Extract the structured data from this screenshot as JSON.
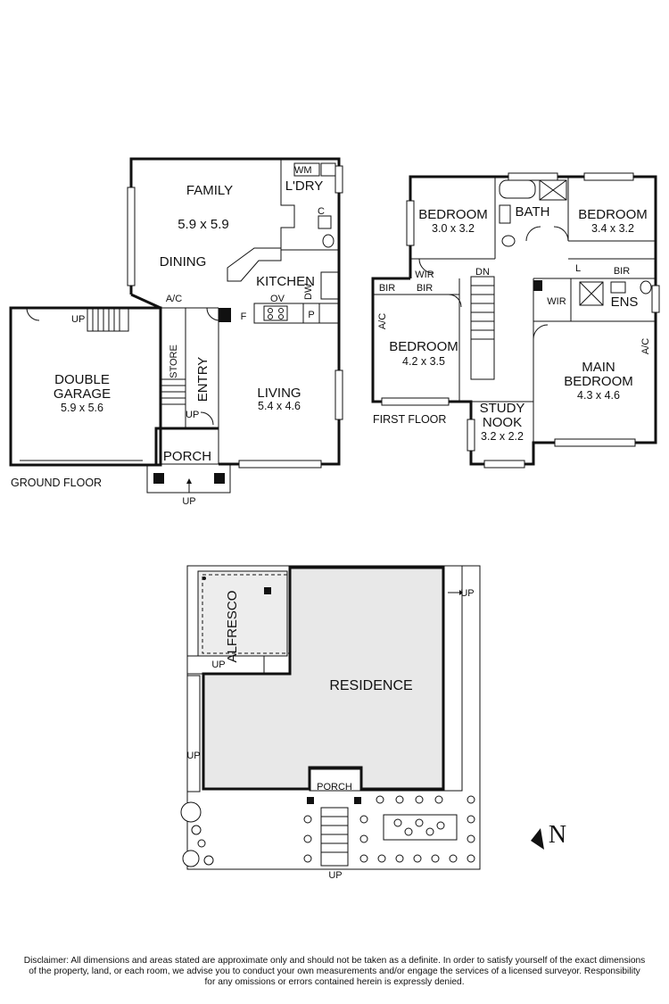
{
  "ground_floor": {
    "caption": "GROUND FLOOR",
    "rooms": {
      "family": "FAMILY",
      "family_dim": "5.9 x 5.9",
      "dining": "DINING",
      "kitchen": "KITCHEN",
      "wm": "WM",
      "ldry": "L'DRY",
      "c": "C",
      "dw": "DW",
      "ov": "OV",
      "f": "F",
      "p": "P",
      "ac": "A/C",
      "store": "STORE",
      "entry": "ENTRY",
      "living": "LIVING",
      "living_dim": "5.4 x 4.6",
      "garage_line1": "DOUBLE",
      "garage_line2": "GARAGE",
      "garage_dim": "5.9 x 5.6",
      "porch": "PORCH",
      "up_garage": "UP",
      "up_entry": "UP",
      "up_porch": "UP"
    }
  },
  "first_floor": {
    "caption": "FIRST FLOOR",
    "rooms": {
      "bed1": "BEDROOM",
      "bed1_dim": "3.0 x 3.2",
      "bath": "BATH",
      "bed2": "BEDROOM",
      "bed2_dim": "3.4 x 3.2",
      "wir1": "WIR",
      "bir1": "BIR",
      "bir2": "BIR",
      "dn": "DN",
      "l": "L",
      "bir3": "BIR",
      "wir2": "WIR",
      "ens": "ENS",
      "ac1": "A/C",
      "bed3": "BEDROOM",
      "bed3_dim": "4.2 x 3.5",
      "main_line1": "MAIN",
      "main_line2": "BEDROOM",
      "main_dim": "4.3 x 4.6",
      "ac2": "A/C",
      "study_line1": "STUDY",
      "study_line2": "NOOK",
      "study_dim": "3.2 x 2.2"
    }
  },
  "site_plan": {
    "residence": "RESIDENCE",
    "alfresco": "ALFRESCO",
    "porch": "PORCH",
    "up_alfresco": "UP",
    "up_side": "UP",
    "up_right": "UP",
    "up_front": "UP",
    "north": "N"
  },
  "disclaimer": {
    "line1": "Disclaimer: All dimensions and areas stated are approximate only and should not be taken as a definite. In order to satisfy yourself of the exact dimensions",
    "line2": "of the property, land, or each room, we advise you to conduct your own measurements and/or engage the services of a licensed surveyor. Responsibility",
    "line3": "for any omissions or errors contained herein is expressly denied."
  }
}
